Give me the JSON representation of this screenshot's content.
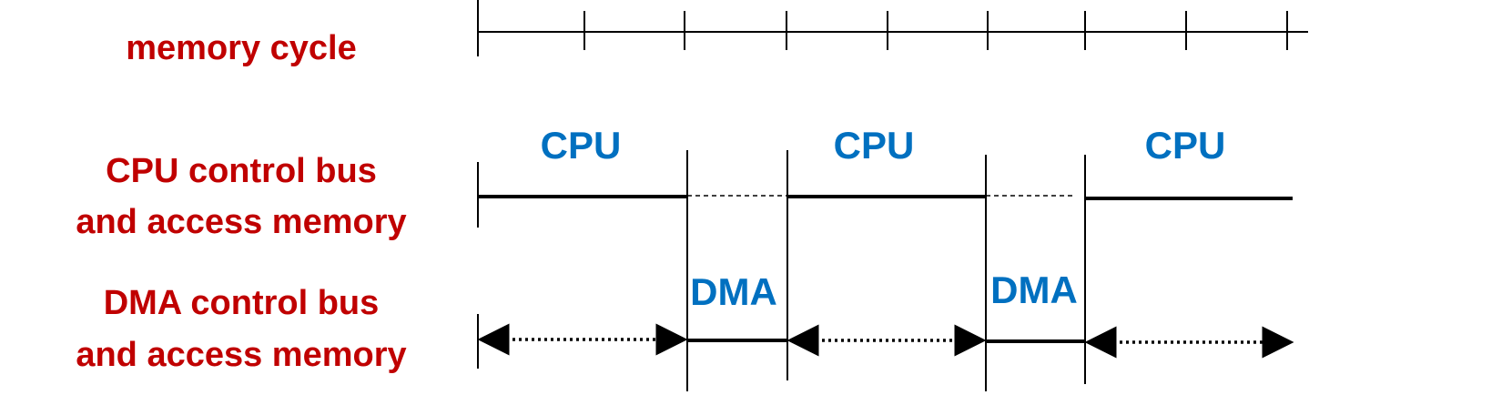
{
  "colors": {
    "label": "#c00000",
    "segment_label": "#0070c0",
    "line": "#000000"
  },
  "rows": {
    "memory_cycle": "memory cycle",
    "cpu_line1": "CPU control bus",
    "cpu_line2": "and access memory",
    "dma_line1": "DMA control bus",
    "dma_line2": "and access memory"
  },
  "segments": {
    "cpu_1": "CPU",
    "cpu_2": "CPU",
    "cpu_3": "CPU",
    "dma_1": "DMA",
    "dma_2": "DMA"
  }
}
